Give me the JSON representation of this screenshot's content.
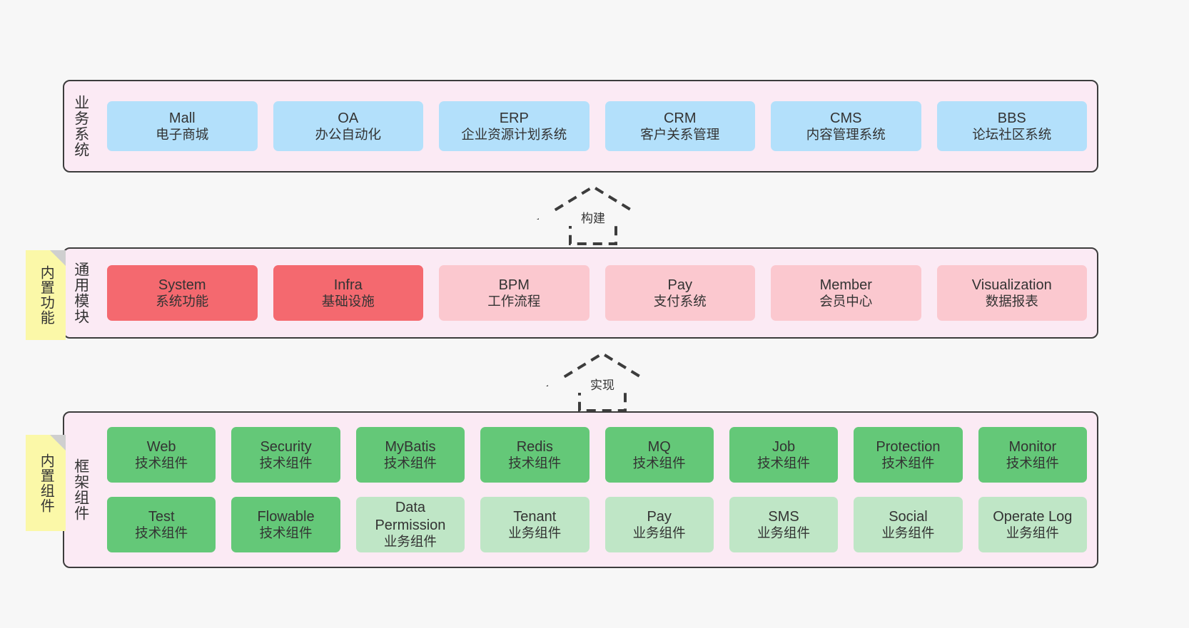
{
  "diagram": {
    "background_color": "#f7f7f7",
    "layer_fill": "#fbeaf4",
    "layer_border": "#3c3c3c",
    "note_fill": "#fbf8a8"
  },
  "notes": [
    {
      "name": "builtin-functions",
      "label": "内置功能"
    },
    {
      "name": "builtin-components",
      "label": "内置组件"
    }
  ],
  "arrows": [
    {
      "name": "build-arrow",
      "label": "构建",
      "style": "dashed-hollow-up"
    },
    {
      "name": "implement-arrow",
      "label": "实现",
      "style": "dashed-hollow-up"
    }
  ],
  "layers": [
    {
      "id": "business",
      "title": "业务系统",
      "color": "#b3e0fb",
      "rows": [
        [
          {
            "en": "Mall",
            "cn": "电子商城",
            "color": "blue"
          },
          {
            "en": "OA",
            "cn": "办公自动化",
            "color": "blue"
          },
          {
            "en": "ERP",
            "cn": "企业资源计划系统",
            "color": "blue"
          },
          {
            "en": "CRM",
            "cn": "客户关系管理",
            "color": "blue"
          },
          {
            "en": "CMS",
            "cn": "内容管理系统",
            "color": "blue"
          },
          {
            "en": "BBS",
            "cn": "论坛社区系统",
            "color": "blue"
          }
        ]
      ]
    },
    {
      "id": "common",
      "title": "通用模块",
      "color": "#f4696f",
      "rows": [
        [
          {
            "en": "System",
            "cn": "系统功能",
            "color": "red"
          },
          {
            "en": "Infra",
            "cn": "基础设施",
            "color": "red"
          },
          {
            "en": "BPM",
            "cn": "工作流程",
            "color": "pink"
          },
          {
            "en": "Pay",
            "cn": "支付系统",
            "color": "pink"
          },
          {
            "en": "Member",
            "cn": "会员中心",
            "color": "pink"
          },
          {
            "en": "Visualization",
            "cn": "数据报表",
            "color": "pink"
          }
        ]
      ]
    },
    {
      "id": "framework",
      "title": "框架组件",
      "color": "#64c878",
      "rows": [
        [
          {
            "en": "Web",
            "cn": "技术组件",
            "color": "green"
          },
          {
            "en": "Security",
            "cn": "技术组件",
            "color": "green"
          },
          {
            "en": "MyBatis",
            "cn": "技术组件",
            "color": "green"
          },
          {
            "en": "Redis",
            "cn": "技术组件",
            "color": "green"
          },
          {
            "en": "MQ",
            "cn": "技术组件",
            "color": "green"
          },
          {
            "en": "Job",
            "cn": "技术组件",
            "color": "green"
          },
          {
            "en": "Protection",
            "cn": "技术组件",
            "color": "green"
          },
          {
            "en": "Monitor",
            "cn": "技术组件",
            "color": "green"
          }
        ],
        [
          {
            "en": "Test",
            "cn": "技术组件",
            "color": "green"
          },
          {
            "en": "Flowable",
            "cn": "技术组件",
            "color": "green"
          },
          {
            "en": "Data Permission",
            "cn": "业务组件",
            "color": "lgreen"
          },
          {
            "en": "Tenant",
            "cn": "业务组件",
            "color": "lgreen"
          },
          {
            "en": "Pay",
            "cn": "业务组件",
            "color": "lgreen"
          },
          {
            "en": "SMS",
            "cn": "业务组件",
            "color": "lgreen"
          },
          {
            "en": "Social",
            "cn": "业务组件",
            "color": "lgreen"
          },
          {
            "en": "Operate Log",
            "cn": "业务组件",
            "color": "lgreen"
          }
        ]
      ]
    }
  ]
}
